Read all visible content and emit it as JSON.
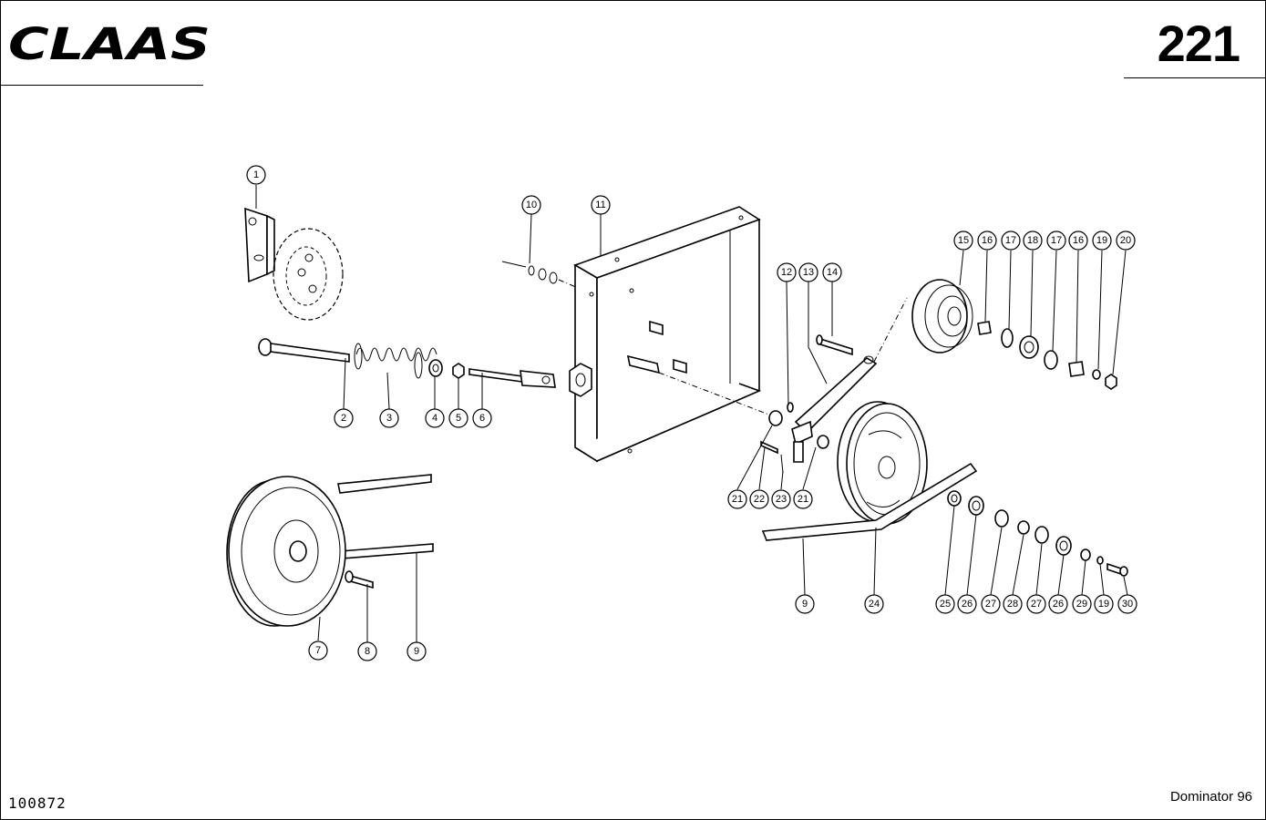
{
  "header": {
    "brand": "CLAAS",
    "page_number": "221"
  },
  "footer": {
    "doc_number": "100872",
    "model": "Dominator 96"
  },
  "callouts": [
    {
      "label": "1"
    },
    {
      "label": "2"
    },
    {
      "label": "3"
    },
    {
      "label": "4"
    },
    {
      "label": "5"
    },
    {
      "label": "6"
    },
    {
      "label": "7"
    },
    {
      "label": "8"
    },
    {
      "label": "9"
    },
    {
      "label": "10"
    },
    {
      "label": "11"
    },
    {
      "label": "12"
    },
    {
      "label": "13"
    },
    {
      "label": "14"
    },
    {
      "label": "15"
    },
    {
      "label": "16"
    },
    {
      "label": "17"
    },
    {
      "label": "18"
    },
    {
      "label": "17"
    },
    {
      "label": "16"
    },
    {
      "label": "19"
    },
    {
      "label": "20"
    },
    {
      "label": "21"
    },
    {
      "label": "22"
    },
    {
      "label": "23"
    },
    {
      "label": "21"
    },
    {
      "label": "9"
    },
    {
      "label": "24"
    },
    {
      "label": "25"
    },
    {
      "label": "26"
    },
    {
      "label": "27"
    },
    {
      "label": "28"
    },
    {
      "label": "27"
    },
    {
      "label": "26"
    },
    {
      "label": "29"
    },
    {
      "label": "19"
    },
    {
      "label": "30"
    }
  ],
  "colors": {
    "ink": "#000000",
    "paper": "#ffffff"
  }
}
